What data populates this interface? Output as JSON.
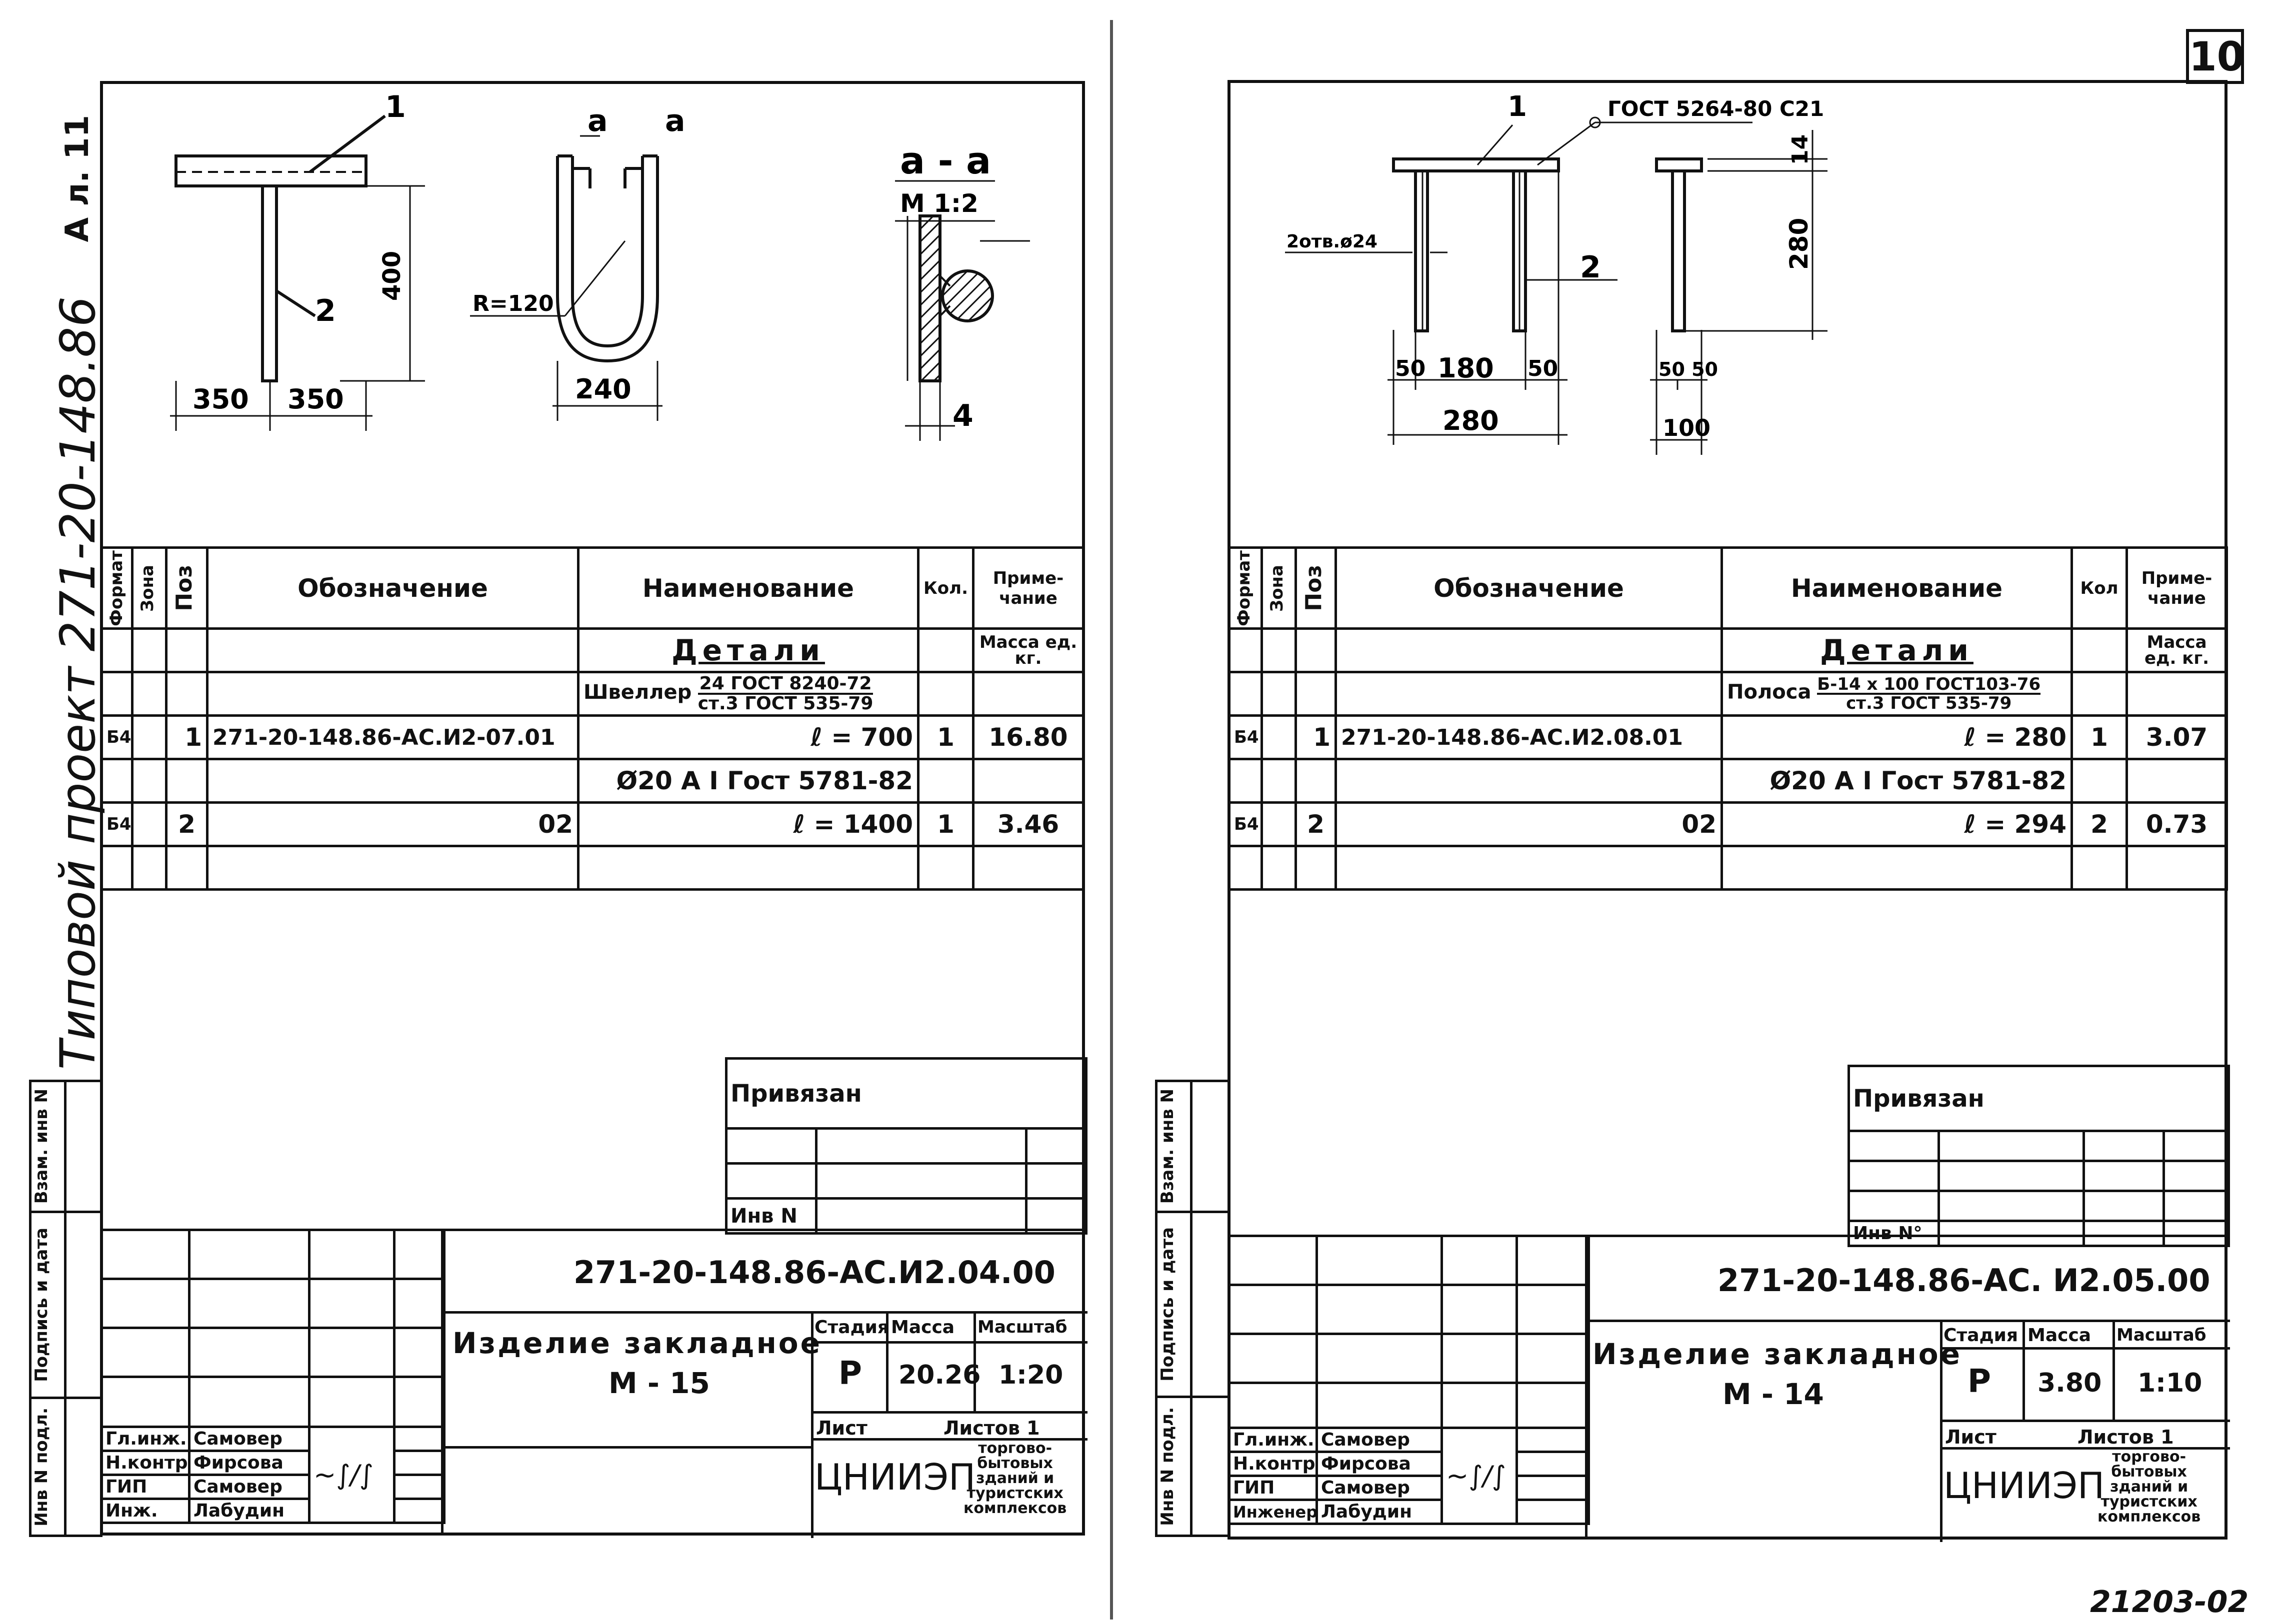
{
  "page": {
    "sheet_number": "10",
    "bottom_code": "21203-02",
    "side_label": "А л. 11",
    "side_project": "Типовой проект 271-20-148.86"
  },
  "left": {
    "drawing": {
      "callout_1": "1",
      "callout_2": "2",
      "dim_400": "400",
      "dim_350a": "350",
      "dim_350b": "350",
      "section_mark_a1": "а",
      "section_mark_a2": "а",
      "radius": "R=120",
      "dim_240": "240",
      "section_title": "а - а",
      "section_scale": "М 1:2",
      "dim_4": "4"
    },
    "spec": {
      "headers": {
        "format": "Формат",
        "zone": "Зона",
        "pos": "Поз",
        "designation": "Обозначение",
        "name": "Наименование",
        "qty": "Кол.",
        "note": "Приме-чание"
      },
      "section_title": "Детали",
      "mass_label": "Масса ед. кг.",
      "row1_material_pre": "Швеллер",
      "row1_material_top": "24 ГОСТ 8240-72",
      "row1_material_bottom": "ст.3 ГОСТ 535-79",
      "row1": {
        "format": "Б4",
        "pos": "1",
        "designation": "271-20-148.86-АС.И2-07.01",
        "name": "ℓ = 700",
        "qty": "1",
        "note": "16.80"
      },
      "row2_material": "Ø20 А I Гост 5781-82",
      "row2": {
        "format": "Б4",
        "pos": "2",
        "designation": "02",
        "name": "ℓ = 1400",
        "qty": "1",
        "note": "3.46"
      }
    },
    "title_block": {
      "privyazan": "Привязан",
      "inv_no": "Инв N",
      "code": "271-20-148.86-АС.И2.04.00",
      "name_line1": "Изделие закладное",
      "name_line2": "М - 15",
      "stage_label": "Стадия",
      "mass_label": "Масса",
      "scale_label": "Масштаб",
      "stage": "Р",
      "mass": "20.26",
      "scale": "1:20",
      "sheet_label": "Лист",
      "sheets_label": "Листов 1",
      "org": "ЦНИИЭП",
      "org_desc1": "торгово-",
      "org_desc2": "бытовых",
      "org_desc3": "зданий и",
      "org_desc4": "туристских",
      "org_desc5": "комплексов",
      "roles": [
        "Гл.инж.м",
        "Н.контр",
        "ГИП",
        "Инж."
      ],
      "people": [
        "Самовер",
        "Фирсова",
        "Самовер",
        "Лабудин"
      ],
      "side_cells": [
        "Инв N подл.",
        "Подпись и дата",
        "Взам. инв N"
      ]
    }
  },
  "right": {
    "drawing": {
      "callout_1": "1",
      "callout_gost": "ГОСТ 5264-80 С21",
      "callout_2": "2",
      "holes": "2отв.ø24",
      "dim_14": "14",
      "dim_280v": "280",
      "dim_50a": "50",
      "dim_180": "180",
      "dim_50b": "50",
      "dim_280h": "280",
      "dim_5050": "50 50",
      "dim_100": "100"
    },
    "spec": {
      "headers": {
        "format": "Формат",
        "zone": "Зона",
        "pos": "Поз",
        "designation": "Обозначение",
        "name": "Наименование",
        "qty": "Кол",
        "note": "Приме-чание"
      },
      "section_title": "Детали",
      "mass_label": "Масса ед. кг.",
      "row1_material_pre": "Полоса",
      "row1_material_top": "Б-14 х 100 ГОСТ103-76",
      "row1_material_bottom": "ст.3 ГОСТ 535-79",
      "row1": {
        "format": "Б4",
        "pos": "1",
        "designation": "271-20-148.86-АС.И2.08.01",
        "name": "ℓ = 280",
        "qty": "1",
        "note": "3.07"
      },
      "row2_material": "Ø20 А I Гост 5781-82",
      "row2": {
        "format": "Б4",
        "pos": "2",
        "designation": "02",
        "name": "ℓ = 294",
        "qty": "2",
        "note": "0.73"
      }
    },
    "title_block": {
      "privyazan": "Привязан",
      "inv_no": "Инв N°",
      "code": "271-20-148.86-АС. И2.05.00",
      "name_line1": "Изделие закладное",
      "name_line2": "М - 14",
      "stage_label": "Стадия",
      "mass_label": "Масса",
      "scale_label": "Масштаб",
      "stage": "Р",
      "mass": "3.80",
      "scale": "1:10",
      "sheet_label": "Лист",
      "sheets_label": "Листов 1",
      "org": "ЦНИИЭП",
      "org_desc1": "торгово-",
      "org_desc2": "бытовых",
      "org_desc3": "зданий и",
      "org_desc4": "туристских",
      "org_desc5": "комплексов",
      "roles": [
        "Гл.инж.м",
        "Н.контр",
        "ГИП",
        "Инженер"
      ],
      "people": [
        "Самовер",
        "Фирсова",
        "Самовер",
        "Лабудин"
      ],
      "side_cells": [
        "Инв N подл.",
        "Подпись и дата",
        "Взам. инв N"
      ]
    }
  }
}
